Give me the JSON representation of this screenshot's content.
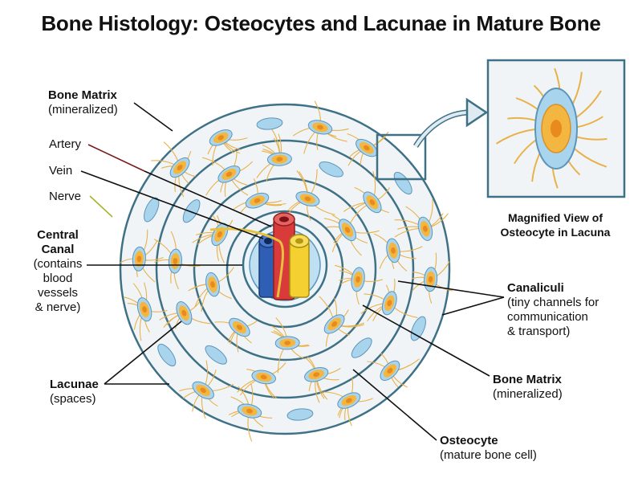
{
  "title": "Bone Histology: Osteocytes and Lacunae in Mature Bone",
  "labels": {
    "bone_matrix_top": {
      "name": "Bone Matrix",
      "desc": "(mineralized)"
    },
    "artery": "Artery",
    "vein": "Vein",
    "nerve": "Nerve",
    "central_canal": {
      "name_line1": "Central",
      "name_line2": "Canal",
      "desc": [
        "(contains",
        "blood",
        "vessels",
        "& nerve)"
      ]
    },
    "lacunae": {
      "name": "Lacunae",
      "desc": "(spaces)"
    },
    "canaliculi": {
      "name": "Canaliculi",
      "desc": [
        "(tiny channels for",
        "communication",
        "& transport)"
      ]
    },
    "bone_matrix_right": {
      "name": "Bone Matrix",
      "desc": "(mineralized)"
    },
    "osteocyte": {
      "name": "Osteocyte",
      "desc": "(mature bone cell)"
    }
  },
  "inset": {
    "caption_line1": "Magnified View of",
    "caption_line2": "Osteocyte in Lacuna"
  },
  "colors": {
    "ring_stroke": "#3f7186",
    "matrix_fill": "#f1f4f7",
    "lacuna_fill": "#a9d4ee",
    "lacuna_stroke": "#5d95b8",
    "cell_fill": "#f3b640",
    "nucleus": "#e98a1e",
    "process": "#e8b24a",
    "artery": "#d93a3a",
    "vein": "#2f5fb5",
    "nerve": "#f4d030",
    "canal_fill": "#bfe0f2"
  }
}
